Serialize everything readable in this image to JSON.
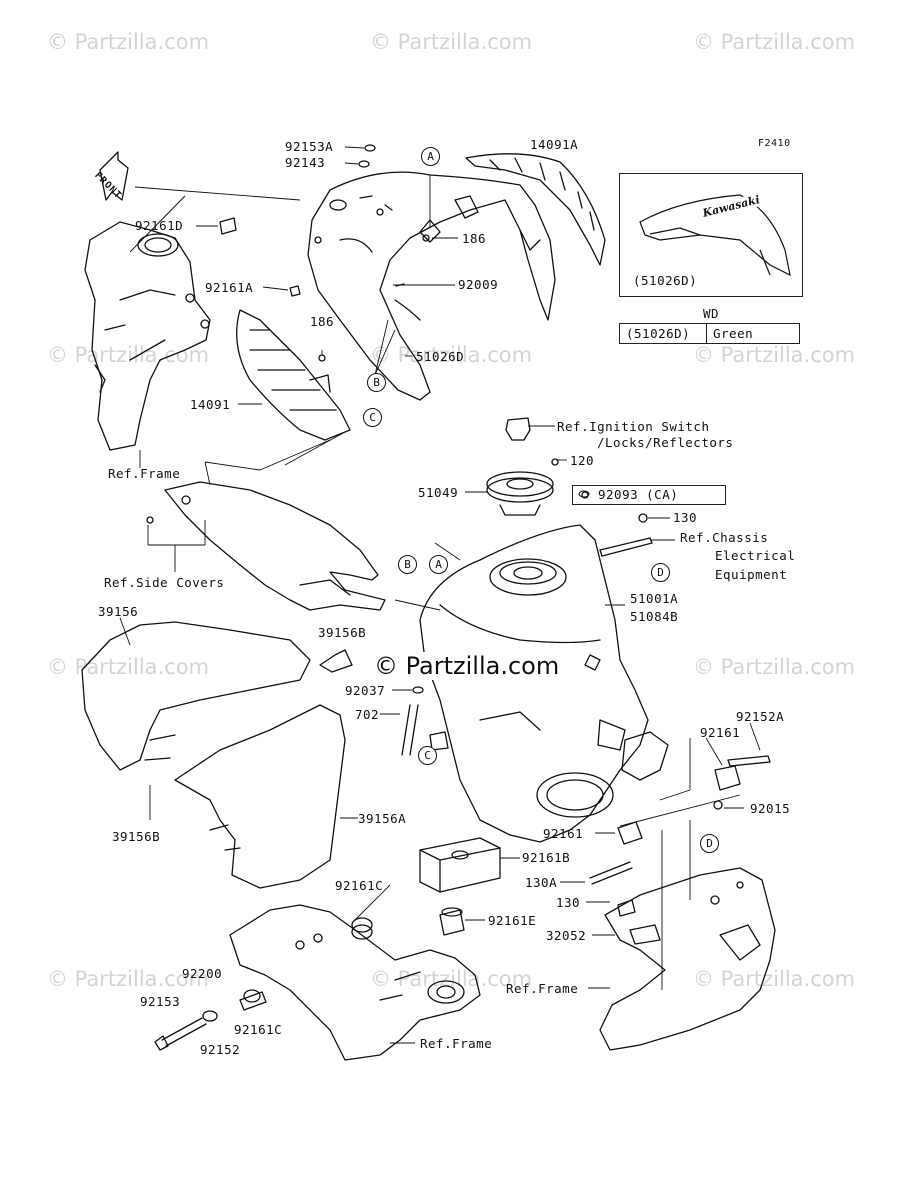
{
  "watermark": {
    "text": "© Partzilla.com"
  },
  "center_logo": "© Partzilla.com",
  "figure_code": "F2410",
  "front_arrow": "FRONT",
  "inset": {
    "label": "(51026D)",
    "brand": "Kawasaki"
  },
  "wd_table": {
    "header": "WD",
    "rows": [
      {
        "code": "(51026D)",
        "color": "Green"
      }
    ]
  },
  "callouts": [
    "A",
    "B",
    "C",
    "D"
  ],
  "labels": {
    "p92153A": "92153A",
    "p92143": "92143",
    "p14091A": "14091A",
    "p92161D": "92161D",
    "p186a": "186",
    "p92161A": "92161A",
    "p92009": "92009",
    "p186b": "186",
    "p51026D": "51026D",
    "p14091": "14091",
    "refFrame1": "Ref.Frame",
    "refIgn1": "Ref.Ignition Switch",
    "refIgn2": "/Locks/Reflectors",
    "p120": "120",
    "p51049": "51049",
    "p92093": "92093  (CA)",
    "p130a": "130",
    "refChassis1": "Ref.Chassis",
    "refChassis2": "Electrical",
    "refChassis3": "Equipment",
    "refSide": "Ref.Side Covers",
    "p51001A": "51001A",
    "p51084B": "51084B",
    "p39156": "39156",
    "p39156B_top": "39156B",
    "p92037": "92037",
    "p702": "702",
    "p92152A": "92152A",
    "p92161_r": "92161",
    "p92015": "92015",
    "p92161_m": "92161",
    "p39156B_bot": "39156B",
    "p39156A": "39156A",
    "p92161B": "92161B",
    "p92161C_a": "92161C",
    "p130A": "130A",
    "p130b": "130",
    "p92161E": "92161E",
    "p32052": "32052",
    "p92200": "92200",
    "p92153": "92153",
    "p92161C_b": "92161C",
    "p92152": "92152",
    "refFrame2": "Ref.Frame",
    "refFrame3": "Ref.Frame"
  }
}
